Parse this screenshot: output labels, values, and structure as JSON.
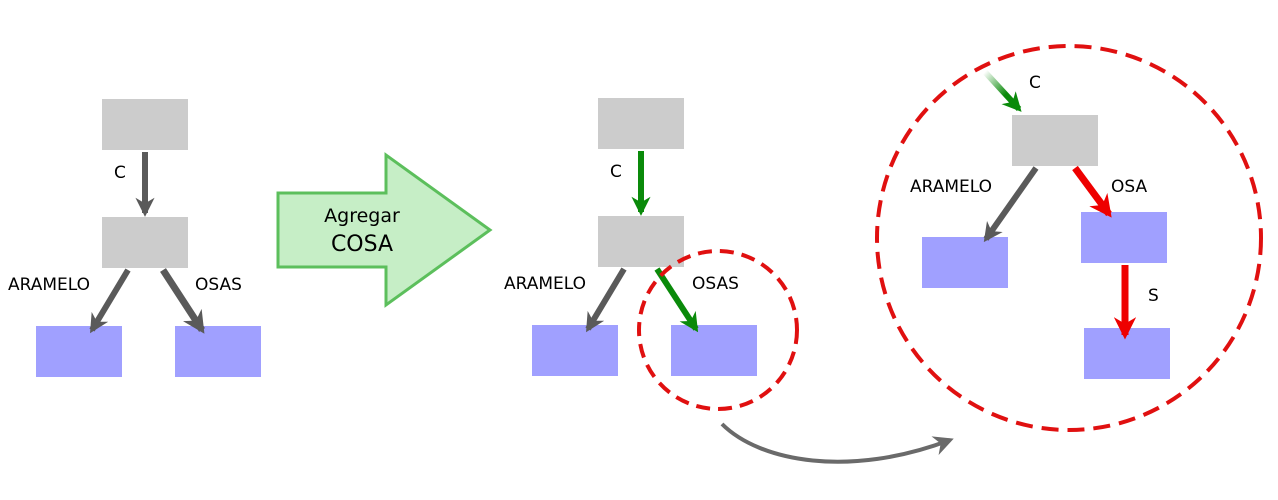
{
  "colors": {
    "node_gray": "#cccccc",
    "node_blue": "#a0a0ff",
    "arrow_gray": "#5a5a5a",
    "arrow_green": "#0a8a0a",
    "arrow_red": "#ee0000",
    "circle_red": "#e01010",
    "big_arrow_fill": "#c6eec6",
    "big_arrow_stroke": "#5cbf5c"
  },
  "diagram_before": {
    "edge_top": "C",
    "edge_left": "ARAMELO",
    "edge_right": "OSAS"
  },
  "transform_arrow": {
    "line1": "Agregar",
    "line2": "COSA"
  },
  "diagram_after": {
    "edge_top": "C",
    "edge_left": "ARAMELO",
    "edge_right": "OSAS"
  },
  "zoom_detail": {
    "edge_in": "C",
    "edge_left": "ARAMELO",
    "edge_right": "OSA",
    "edge_down": "S"
  }
}
